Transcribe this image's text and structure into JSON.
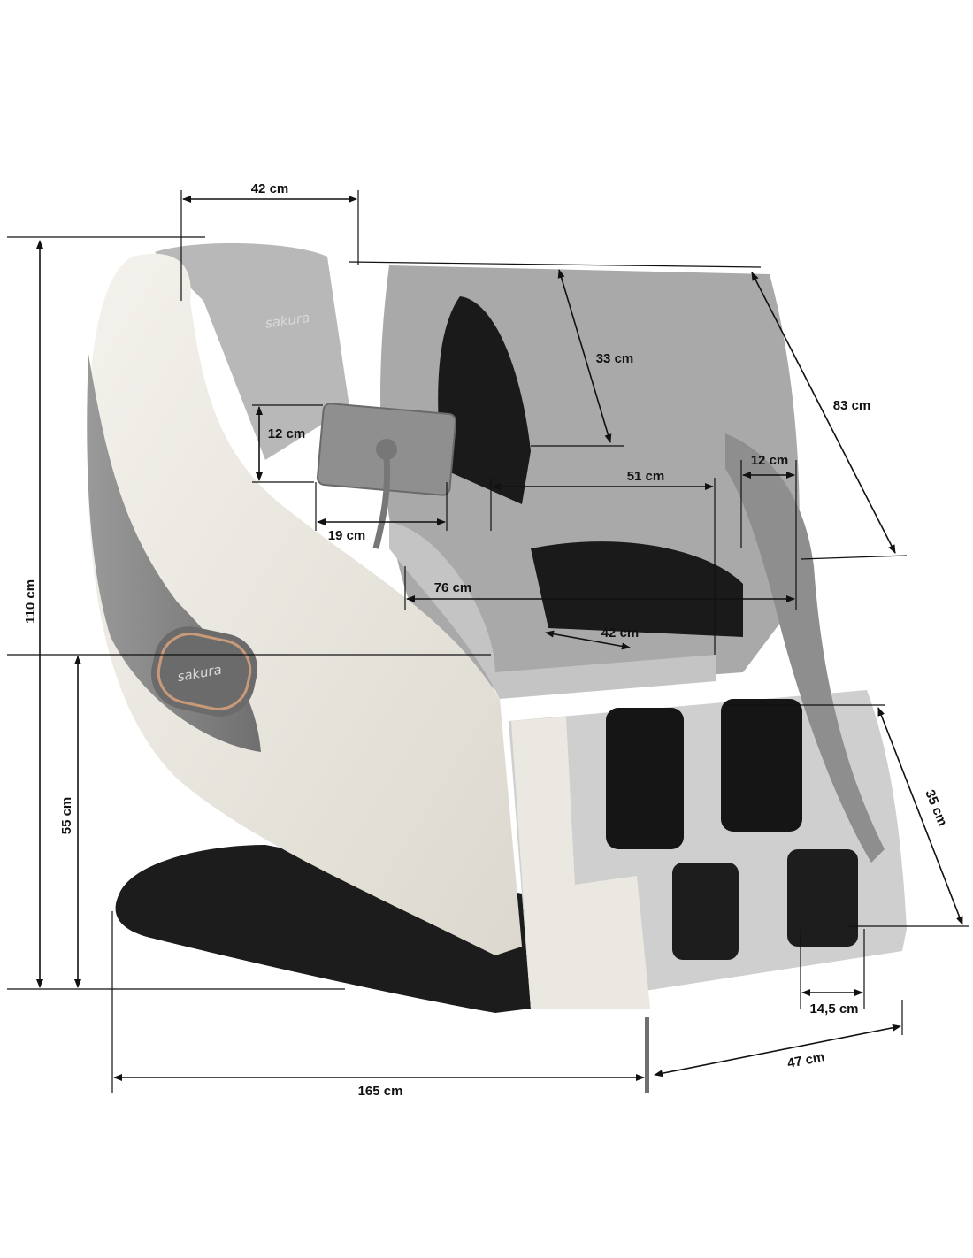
{
  "product": {
    "logo_text": "sakura",
    "colors": {
      "shell": "#ece9e2",
      "grey": "#8c8c8c",
      "dark": "#1e1e1e",
      "accent": "#c89a7a"
    }
  },
  "dimensions": {
    "headrest_width": "42 cm",
    "backrest_upper": "33 cm",
    "backrest_length": "83 cm",
    "tablet_height": "12 cm",
    "armrest_width": "12 cm",
    "inner_depth": "51 cm",
    "tablet_width": "19 cm",
    "overall_inner_width": "76 cm",
    "seat_width": "42 cm",
    "total_height": "110 cm",
    "seat_height": "55 cm",
    "leg_rest_length": "35 cm",
    "foot_width": "14,5 cm",
    "leg_rest_width": "47 cm",
    "total_length": "165 cm"
  }
}
